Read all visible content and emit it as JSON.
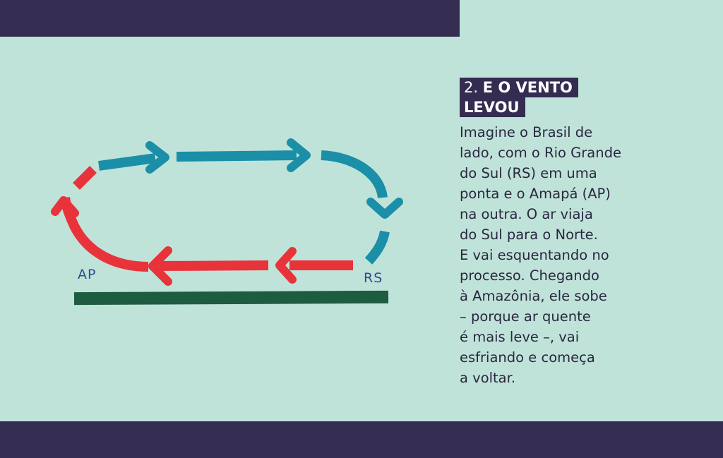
{
  "header": {
    "bar_color": "#352c52"
  },
  "footer": {
    "bar_color": "#352c52"
  },
  "section": {
    "number": "2.",
    "title_line1": "E O VENTO",
    "title_line2": "LEVOU"
  },
  "body_lines": [
    "Imagine o Brasil de",
    "lado, com o Rio Grande",
    "do Sul (RS) em uma",
    "ponta e o Amapá (AP)",
    "na outra. O ar viaja",
    "do Sul para o Norte.",
    "E vai esquentando no",
    "processo. Chegando",
    "à Amazônia, ele sobe",
    "– porque ar quente",
    "é mais leve –, vai",
    "esfriando e começa",
    "a voltar."
  ],
  "diagram": {
    "label_ap": "AP",
    "label_rs": "RS",
    "colors": {
      "warm_arrow": "#e8333b",
      "cool_arrow": "#1b8fa8",
      "ground": "#1e5c3f",
      "background": "#c0e3d9",
      "label": "#2a4f8c"
    }
  }
}
